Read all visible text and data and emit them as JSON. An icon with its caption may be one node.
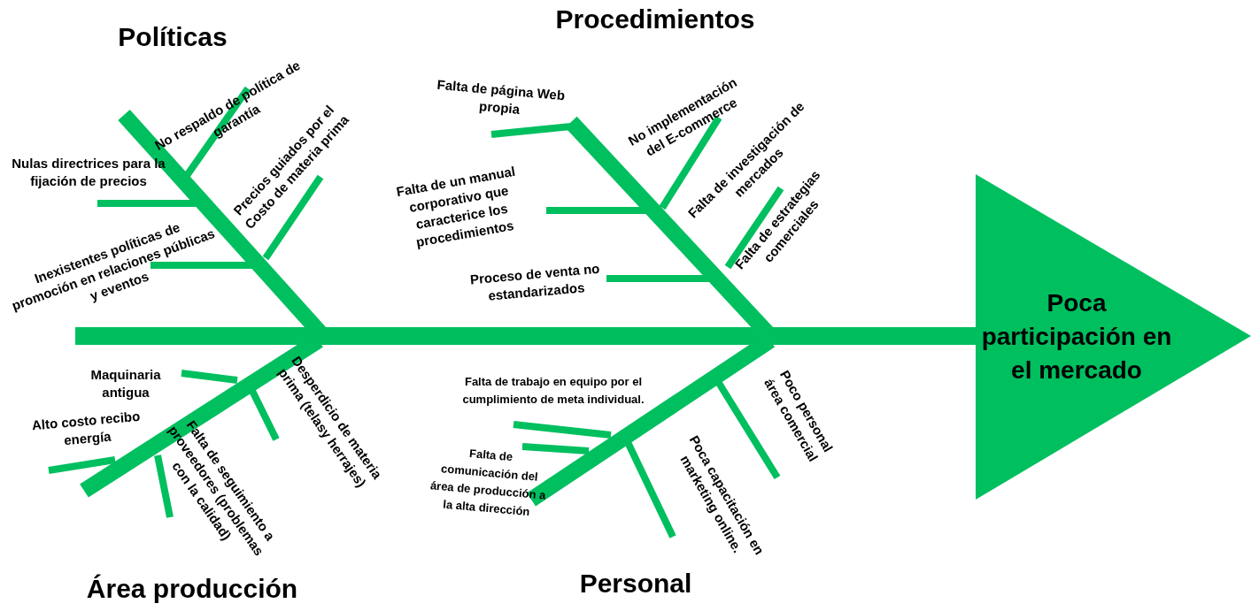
{
  "diagram": {
    "nodes": [
      {
        "text": [
          "Poca participación en el mercado"
        ]
      }
    ],
    "labels": [
      "Políticas",
      "Procedimientos",
      "Área producción",
      "Personal",
      "No respaldo de política de garantía",
      "Nulas directrices para la fijación de precios",
      "Precios guiados por el Costo de materia prima",
      "Inexistentes políticas de promoción en relaciones públicas y eventos",
      "Falta de página Web propia",
      "No implementación del E-commerce",
      "Falta de un manual corporativo que caracterice los procedimientos",
      "Falta de investigación de mercados",
      "Proceso de venta no estandarizados",
      "Falta de estrategias comerciales",
      "Maquinaria antigua",
      "Alto costo recibo energía",
      "Desperdicio de materia prima (telasy herrajes)",
      "Falta de seguimiento a proveedores (problemas con la calidad)",
      "Falta de trabajo en equipo por el cumplimiento de meta individual.",
      "Falta de comunicación del área de producción a la alta dirección",
      "Poca capacitación en marketing online.",
      "Poco personal área comercial"
    ]
  }
}
